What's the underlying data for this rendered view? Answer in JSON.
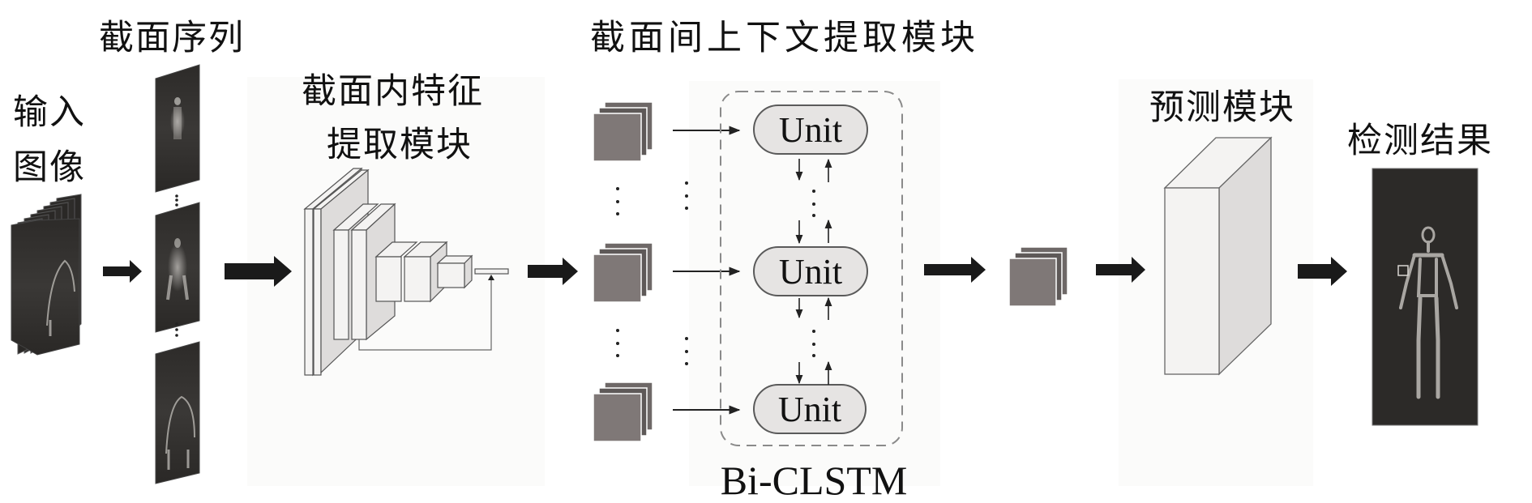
{
  "figure": {
    "labels": {
      "input_image_line1": "输入",
      "input_image_line2": "图像",
      "slice_sequence": "截面序列",
      "intra_slice_line1": "截面内特征",
      "intra_slice_line2": "提取模块",
      "inter_slice_context": "截面间上下文提取模块",
      "prediction_module": "预测模块",
      "detection_result": "检测结果"
    },
    "bilstm": {
      "name": "Bi-CLSTM",
      "units": [
        "Unit",
        "Unit",
        "Unit"
      ]
    },
    "colors": {
      "arrow": "#1a1a1a",
      "feature_map": "#7f7877",
      "unit_fill": "#e6e4e3",
      "unit_stroke": "#5a5a5a",
      "dashed_border": "#8a8a8a",
      "layer_face": "#f4f3f2",
      "layer_side": "#dedcdb",
      "scan_dark": "#2a2826",
      "panel_bg": "#fbfbfa"
    }
  }
}
